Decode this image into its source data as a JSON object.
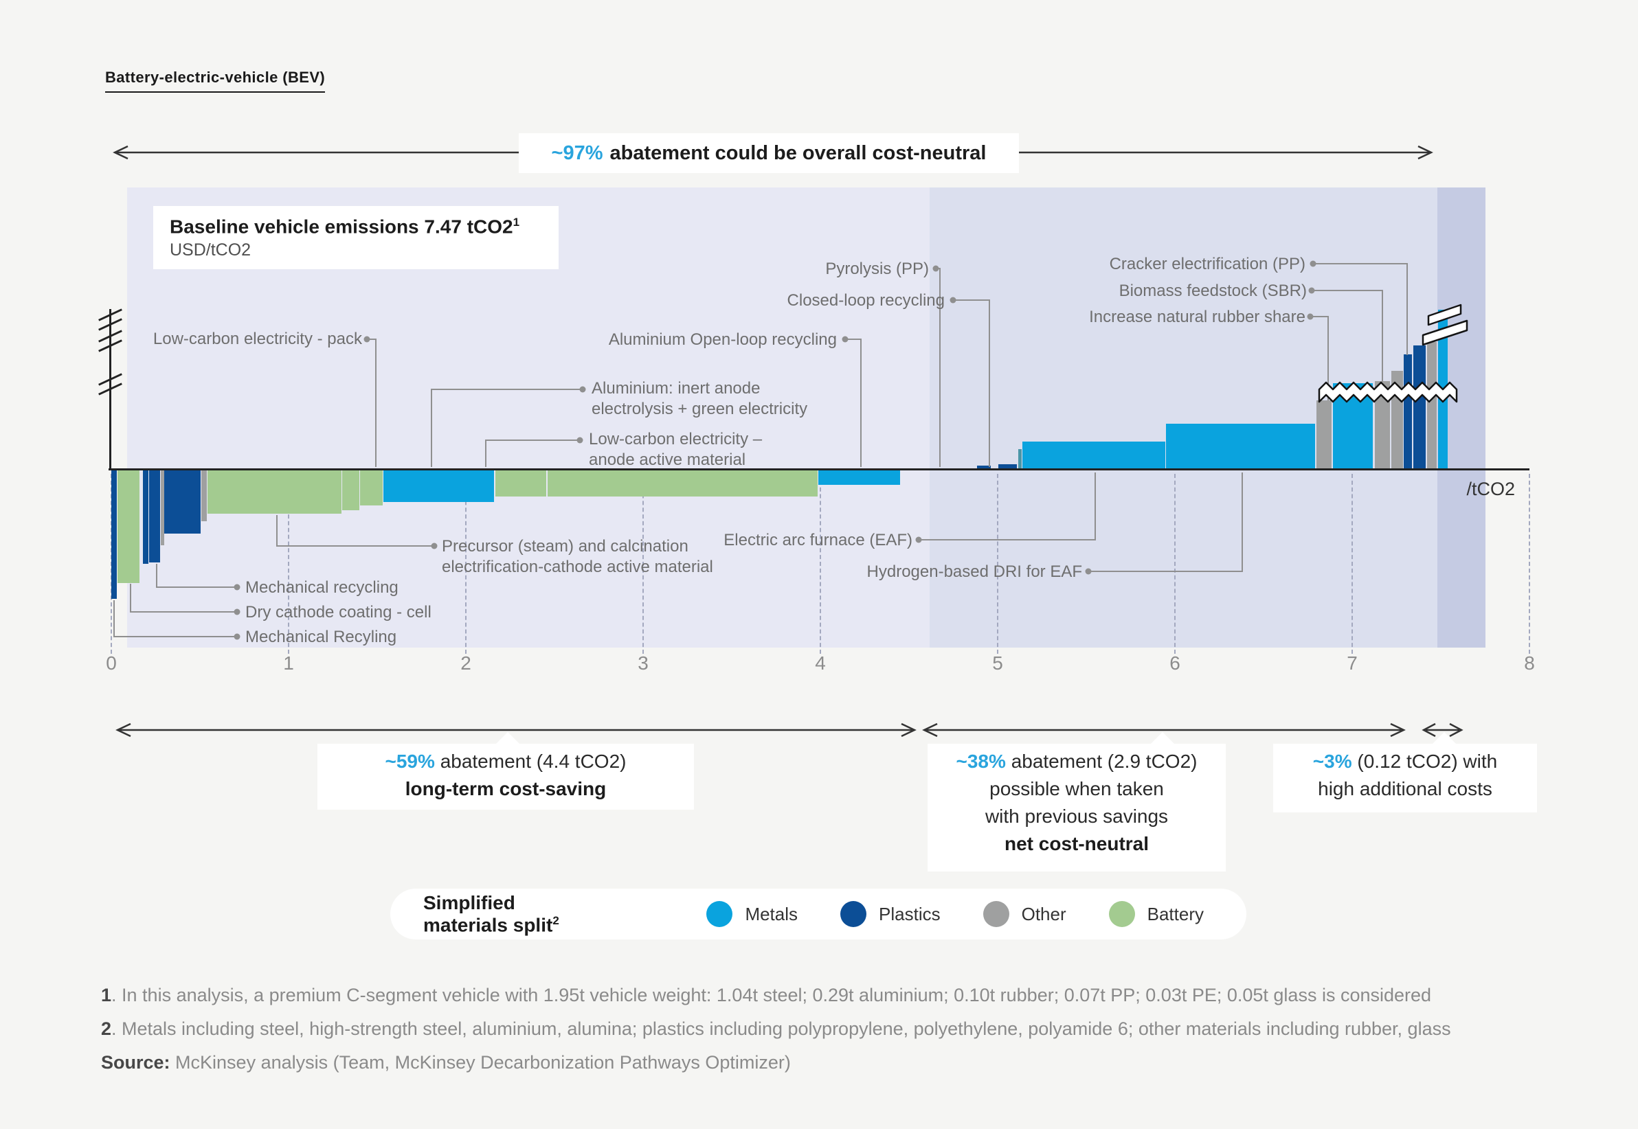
{
  "page": {
    "title": "Battery-electric-vehicle (BEV)"
  },
  "top_annotation": {
    "highlight": "~97%",
    "rest": "abatement could be overall cost-neutral"
  },
  "baseline_box": {
    "line1": "Baseline vehicle emissions 7.47 tCO2",
    "sup": "1",
    "line2": "USD/tCO2"
  },
  "axis": {
    "unit_label": "/tCO2"
  },
  "colors": {
    "metals": "#0aa3de",
    "plastics": "#0c4e96",
    "other": "#9fa0a0",
    "battery": "#a3cb90",
    "teal": "#4a96a8",
    "accent_text": "#29a4dd",
    "band_light": "#e7e8f4",
    "band_medium": "#dbdfee",
    "band_dark": "#c5cbe3"
  },
  "chart_data": {
    "type": "bar",
    "title": "Marginal abatement cost curve, baseline vehicle emissions 7.47 tCO2",
    "ylabel": "USD/tCO2",
    "xlabel": "/tCO2",
    "x_range": [
      0,
      8
    ],
    "x_ticks": [
      "0",
      "1",
      "2",
      "3",
      "4",
      "5",
      "6",
      "7",
      "8"
    ],
    "y_axis_broken": true,
    "regions": [
      {
        "x0": 0.0,
        "x1": 4.62,
        "shade": "band_light",
        "meaning": "long-term cost-saving"
      },
      {
        "x0": 4.62,
        "x1": 7.48,
        "shade": "band_medium",
        "meaning": "net cost-neutral"
      },
      {
        "x0": 7.48,
        "x1": 7.75,
        "shade": "band_dark",
        "meaning": "high additional costs"
      }
    ],
    "segments": [
      {
        "x0": 0.0,
        "x1": 0.032,
        "v": -188,
        "m": "plastics"
      },
      {
        "x0": 0.034,
        "x1": 0.16,
        "v": -165,
        "m": "battery"
      },
      {
        "x0": 0.178,
        "x1": 0.209,
        "v": -137,
        "m": "plastics"
      },
      {
        "x0": 0.215,
        "x1": 0.277,
        "v": -135,
        "m": "plastics"
      },
      {
        "x0": 0.279,
        "x1": 0.297,
        "v": -110,
        "m": "other"
      },
      {
        "x0": 0.3,
        "x1": 0.503,
        "v": -93,
        "m": "plastics"
      },
      {
        "x0": 0.508,
        "x1": 0.538,
        "v": -75,
        "m": "other"
      },
      {
        "x0": 0.542,
        "x1": 1.298,
        "v": -64,
        "m": "battery"
      },
      {
        "x0": 1.302,
        "x1": 1.398,
        "v": -59,
        "m": "battery"
      },
      {
        "x0": 1.402,
        "x1": 1.532,
        "v": -52,
        "m": "battery"
      },
      {
        "x0": 1.536,
        "x1": 2.16,
        "v": -47,
        "m": "metals"
      },
      {
        "x0": 2.165,
        "x1": 2.455,
        "v": -39,
        "m": "battery"
      },
      {
        "x0": 2.46,
        "x1": 3.985,
        "v": -39,
        "m": "battery"
      },
      {
        "x0": 3.99,
        "x1": 4.45,
        "v": -22,
        "m": "metals"
      },
      {
        "x0": 4.885,
        "x1": 4.962,
        "v": 6,
        "m": "plastics"
      },
      {
        "x0": 5.005,
        "x1": 5.108,
        "v": 8,
        "m": "plastics"
      },
      {
        "x0": 5.118,
        "x1": 5.136,
        "v": 30,
        "m": "teal"
      },
      {
        "x0": 5.14,
        "x1": 5.945,
        "v": 41,
        "m": "metals"
      },
      {
        "x0": 5.95,
        "x1": 6.79,
        "v": 67,
        "m": "metals"
      },
      {
        "x0": 6.8,
        "x1": 6.882,
        "v": 101,
        "m": "other"
      },
      {
        "x0": 6.89,
        "x1": 7.118,
        "v": 126,
        "m": "metals"
      },
      {
        "x0": 7.128,
        "x1": 7.212,
        "v": 129,
        "m": "other"
      },
      {
        "x0": 7.22,
        "x1": 7.285,
        "v": 144,
        "m": "other"
      },
      {
        "x0": 7.292,
        "x1": 7.338,
        "v": 168,
        "m": "plastics"
      },
      {
        "x0": 7.344,
        "x1": 7.415,
        "v": 181,
        "m": "plastics"
      },
      {
        "x0": 7.422,
        "x1": 7.478,
        "v": 186,
        "m": "other"
      },
      {
        "x0": 7.486,
        "x1": 7.538,
        "v": 233,
        "m": "metals"
      }
    ]
  },
  "labels": {
    "pack": "Low-carbon electricity - pack",
    "inert_anode_l1": "Aluminium: inert anode",
    "inert_anode_l2": "electrolysis + green electricity",
    "anode_l1": "Low-carbon electricity –",
    "anode_l2": "anode active material",
    "open_loop": "Aluminium Open-loop recycling",
    "closed_loop": "Closed-loop recycling",
    "pyrolysis": "Pyrolysis (PP)",
    "precursor_l1": "Precursor (steam) and calcination",
    "precursor_l2": "electrification-cathode active material",
    "mech_recycling": "Mechanical recycling",
    "dry_cathode": "Dry cathode coating - cell",
    "mech_recyling": "Mechanical Recyling",
    "eaf": "Electric arc furnace (EAF)",
    "dri": "Hydrogen-based DRI for EAF",
    "cracker": "Cracker electrification (PP)",
    "biomass": "Biomass feedstock (SBR)",
    "rubber": "Increase natural rubber share"
  },
  "annotations": {
    "box1": {
      "hl": "~59%",
      "rest": "abatement (4.4 tCO2)",
      "line2": "long-term cost-saving"
    },
    "box2": {
      "hl": "~38%",
      "rest": "abatement (2.9 tCO2)",
      "line2": "possible when taken",
      "line3": "with previous savings",
      "line4": "net cost-neutral"
    },
    "box3": {
      "hl": "~3%",
      "rest": "(0.12 tCO2) with",
      "line2": "high additional costs"
    }
  },
  "legend": {
    "title": "Simplified materials split",
    "sup": "2",
    "items": [
      {
        "label": "Metals",
        "color": "metals"
      },
      {
        "label": "Plastics",
        "color": "plastics"
      },
      {
        "label": "Other",
        "color": "other"
      },
      {
        "label": "Battery",
        "color": "battery"
      }
    ]
  },
  "footnotes": {
    "f1": {
      "marker": "1",
      "text": ". In this analysis, a premium C-segment vehicle with 1.95t vehicle weight: 1.04t steel; 0.29t aluminium; 0.10t rubber; 0.07t PP; 0.03t PE; 0.05t glass is considered"
    },
    "f2": {
      "marker": "2",
      "text": ". Metals including steel, high-strength steel, aluminium, alumina; plastics including polypropylene, polyethylene, polyamide 6; other materials including rubber, glass"
    },
    "source": {
      "marker": "Source:",
      "text": " McKinsey analysis (Team, McKinsey Decarbonization Pathways Optimizer)"
    }
  }
}
